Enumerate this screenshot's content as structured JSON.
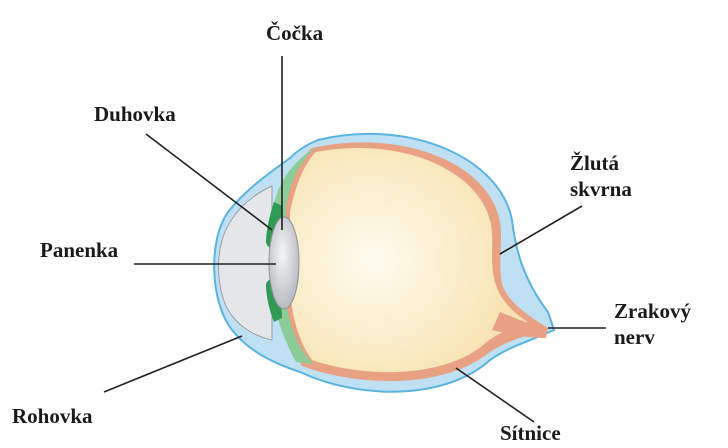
{
  "labels": {
    "cocka": "Čočka",
    "duhovka": "Duhovka",
    "panenka": "Panenka",
    "rohovka": "Rohovka",
    "zluta_skvrna": [
      "Žlutá",
      "skvrna"
    ],
    "zrakovy_nerv": [
      "Zrakový",
      "nerv"
    ],
    "sitnice": "Sítnice"
  },
  "colors": {
    "outer_layer": "#bfe0f2",
    "outer_outline": "#5ab4e0",
    "retina": "#e9a184",
    "vitreous_light": "#fff8e6",
    "vitreous_dark": "#f8e4b0",
    "ciliary": "#8ccc98",
    "iris": "#2f9a54",
    "cornea_fill": "#e4e6ea",
    "lens": "#c9cbd0",
    "line": "#222222"
  }
}
